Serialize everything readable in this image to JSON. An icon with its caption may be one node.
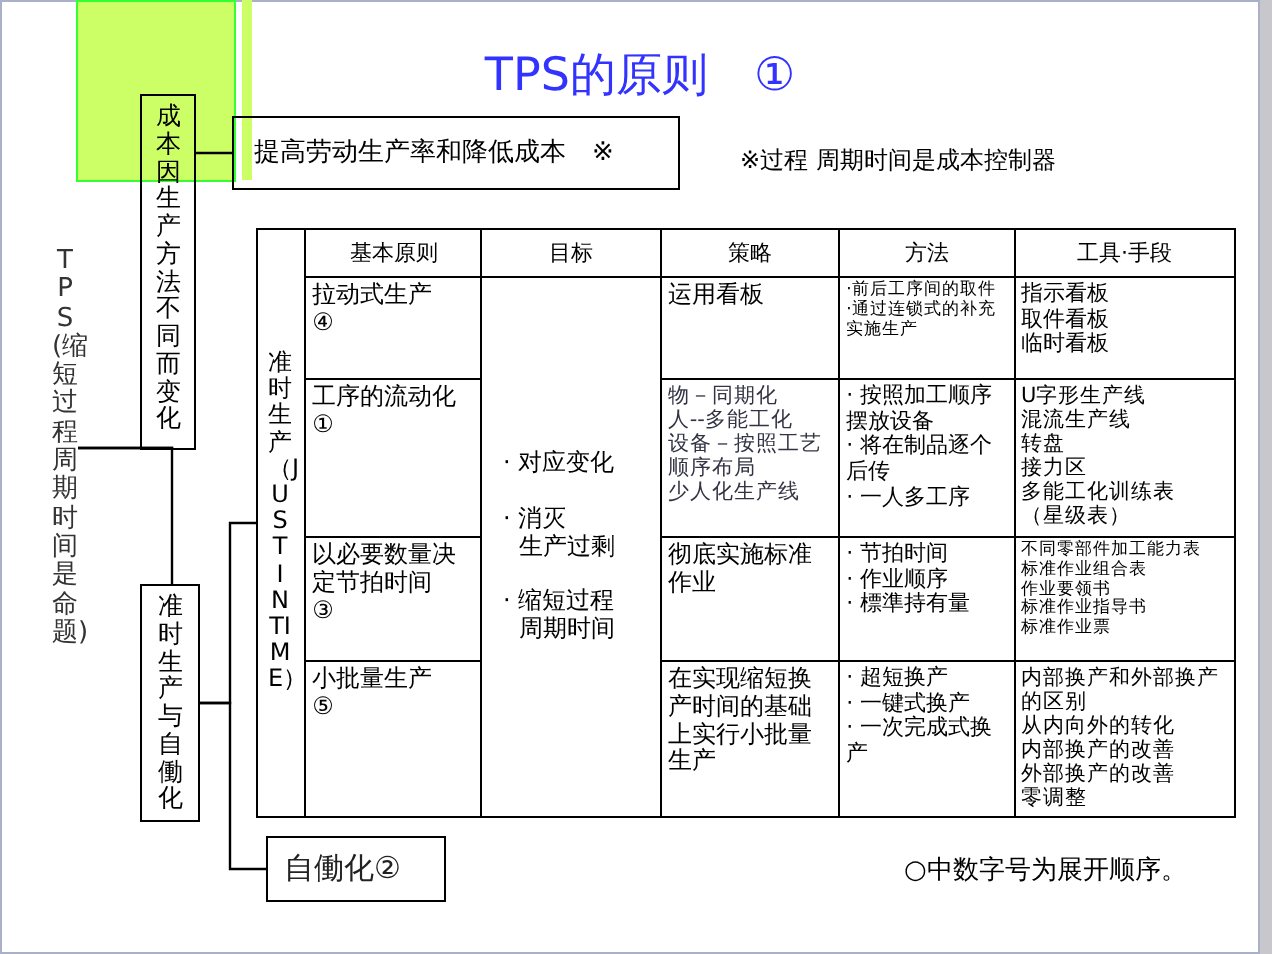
{
  "diagram": {
    "title": "TPS的原则　①",
    "nodes": [
      {
        "text": [
          "TPS(缩短过程周期时间是命题)"
        ]
      },
      {
        "text": [
          "成本因生产方法不同而变化"
        ]
      },
      {
        "text": [
          "提高劳动生产率和降低成本　※"
        ]
      },
      {
        "text": [
          "准时生产与自働化"
        ]
      },
      {
        "text": [
          "准时生产（JUST IN TIME）"
        ]
      },
      {
        "text": [
          "自働化②"
        ]
      }
    ],
    "edges": [
      {
        "from": 0,
        "to": 1,
        "arrow": "none"
      },
      {
        "from": 0,
        "to": 3,
        "arrow": "none"
      },
      {
        "from": 1,
        "to": 2,
        "arrow": "none"
      },
      {
        "from": 3,
        "to": 4,
        "arrow": "none"
      },
      {
        "from": 3,
        "to": 5,
        "arrow": "none"
      }
    ],
    "labels": [
      "※过程 周期时间是成本控制器",
      "基本原则",
      "目标",
      "策略",
      "方法",
      "工具·手段",
      "拉动式生产",
      "④",
      "· 对应变化",
      "· 消灭",
      "生产过剩",
      "· 缩短过程",
      "周期时间",
      "运用看板",
      "·前后工序间的取件",
      "·通过连锁式的补充实施生产",
      "指示看板",
      "取件看板",
      "临时看板",
      "工序的流动化",
      "①",
      "物－同期化",
      "人--多能工化",
      "设备－按照工艺顺序布局",
      "少人化生产线",
      "· 按照加工顺序摆放设备",
      "· 将在制品逐个后传",
      "· 一人多工序",
      "U字形生产线",
      "混流生产线",
      "转盘",
      "接力区",
      "多能工化训练表",
      "（星级表）",
      "以必要数量决定节拍时间",
      "③",
      "彻底实施标准作业",
      "· 节拍时间",
      "· 作业顺序",
      "· 標準持有量",
      "不同零部件加工能力表",
      "标准作业组合表",
      "作业要领书",
      "标准作业指导书",
      "标准作业票",
      "小批量生产",
      "⑤",
      "在实现缩短换产时间的基础上实行小批量生产",
      "· 超短换产",
      "· 一键式换产",
      "· 一次完成式换产",
      "内部换产和外部换产的区别",
      "从内向外的转化",
      "内部换产的改善",
      "外部换产的改善",
      "零调整",
      "○中数字号为展开顺序。"
    ]
  }
}
